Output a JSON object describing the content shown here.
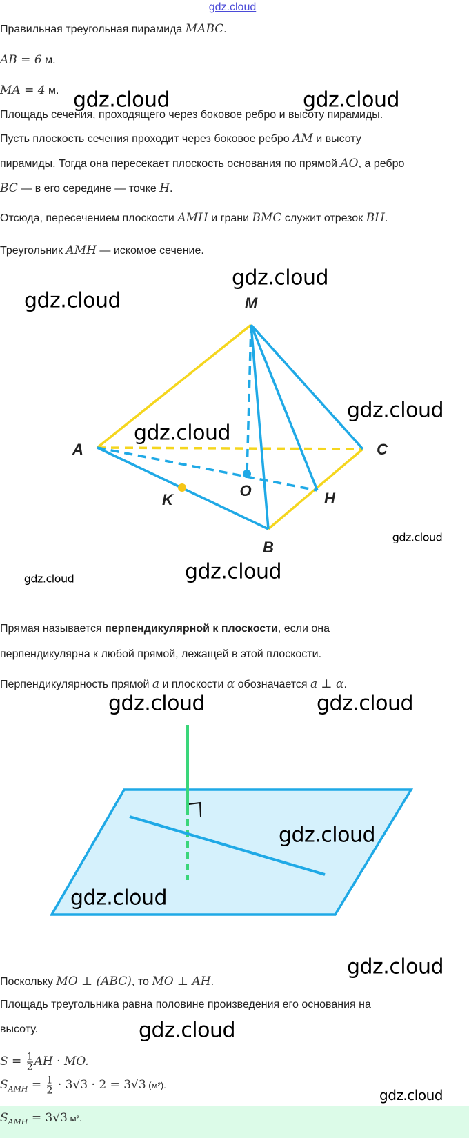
{
  "top_link": "gdz.cloud",
  "watermark": "gdz.cloud",
  "lines": {
    "l1_text": "Правильная треугольная пирамида ",
    "l1_math": "MABC",
    "l1_end": ".",
    "l2_math": "AB = 6",
    "l2_unit": " м.",
    "l3_math": "MA = 4",
    "l3_unit": " м.",
    "l4": "Площадь сечения, проходящего через боковое ребро и высоту пирамиды.",
    "l5_text": "Пусть плоскость сечения проходит через боковое ребро ",
    "l5_math": "AM",
    "l5_end": " и высоту",
    "l6_text": "пирамиды. Тогда она пересекает плоскость основания по прямой ",
    "l6_math": "AO",
    "l6_end": ", а ребро",
    "l7_math": "BC",
    "l7_mid": " — в его середине — точке ",
    "l7_math2": "H",
    "l7_end": ".",
    "l8_text": "Отсюда, пересечением плоскости ",
    "l8_math": "AMH",
    "l8_mid": " и грани ",
    "l8_math2": "BMC",
    "l8_mid2": " служит отрезок ",
    "l8_math3": "BH",
    "l8_end": ".",
    "l9_text": "Треугольник ",
    "l9_math": "AMH",
    "l9_end": " — искомое сечение."
  },
  "pyramid_labels": {
    "M": "M",
    "A": "A",
    "C": "C",
    "K": "K",
    "O": "O",
    "H": "H",
    "B": "B"
  },
  "definition": {
    "d1_pre": "Прямая называется ",
    "d1_bold": "перпендикулярной к плоскости",
    "d1_end": ", если она",
    "d2": "перпендикулярна к любой прямой, лежащей в этой плоскости.",
    "d3_text": "Перпендикулярность прямой ",
    "d3_a": "a",
    "d3_mid": " и плоскости ",
    "d3_alpha": "α",
    "d3_mid2": " обозначается ",
    "d3_math": "a ⊥ α",
    "d3_end": "."
  },
  "solution": {
    "s1_text": "Поскольку ",
    "s1_math": "MO ⊥ (ABC)",
    "s1_mid": ", то ",
    "s1_math2": "MO ⊥ AH",
    "s1_end": ".",
    "s2": "Площадь треугольника равна половине произведения его основания на",
    "s3": "высоту.",
    "f1_left": "S = ",
    "frac_num": "1",
    "frac_den": "2",
    "f1_right": "AH · MO.",
    "f2_S": "S",
    "f2_sub": "AMH",
    "f2_mid": " = ",
    "f2_right": " · 3√3 · 2 = 3√3",
    "f2_unit": " (м²).",
    "ans_S": "S",
    "ans_sub": "AMH",
    "ans_mid": " = 3√3",
    "ans_unit": " м²."
  },
  "colors": {
    "yellow": "#f5d61e",
    "blue": "#1fa9e6",
    "green": "#3ad67a",
    "plane_fill": "#d5f1fc",
    "answer_bg": "#dcfbe8"
  }
}
